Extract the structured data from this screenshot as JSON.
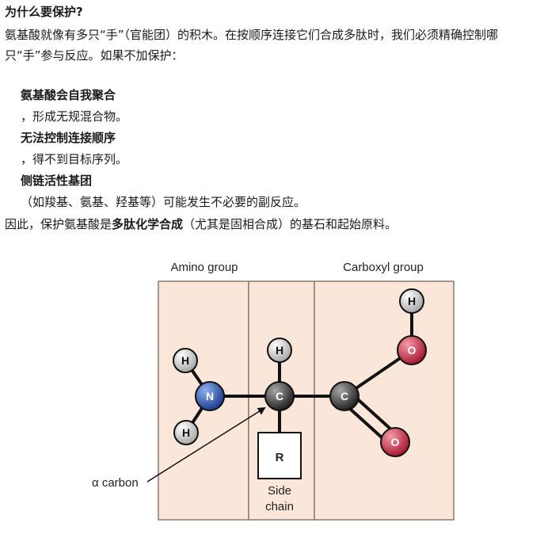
{
  "heading": "为什么要保护?",
  "intro": "氨基酸就像有多只“手”（官能团）的积木。在按顺序连接它们合成多肽时，我们必须精确控制哪只“手”参与反应。如果不加保护：",
  "items": [
    {
      "title": "氨基酸会自我聚合",
      "desc": "，形成无规混合物。"
    },
    {
      "title": "无法控制连接顺序",
      "desc": "，得不到目标序列。"
    },
    {
      "title": "侧链活性基团",
      "desc": "（如羧基、氨基、羟基等）可能发生不必要的副反应。"
    }
  ],
  "conclusion": {
    "before": "因此，保护氨基酸是",
    "bold": "多肽化学合成",
    "after": "（尤其是固相合成）的基石和起始原料。"
  },
  "figure": {
    "amino_group_label": "Amino group",
    "carboxyl_group_label": "Carboxyl group",
    "alpha_carbon_label": "α carbon",
    "side_chain_label_line1": "Side",
    "side_chain_label_line2": "chain",
    "atoms": {
      "h": "H",
      "n": "N",
      "c": "C",
      "o": "O",
      "r": "R"
    },
    "colors": {
      "panel_fill": "#fbe7da",
      "panel_stroke": "#8c7a6e",
      "nitrogen": "#2a56b8",
      "carbon": "#4a4a4a",
      "oxygen": "#c8283e",
      "hydrogen": "#e6e6e6"
    }
  }
}
